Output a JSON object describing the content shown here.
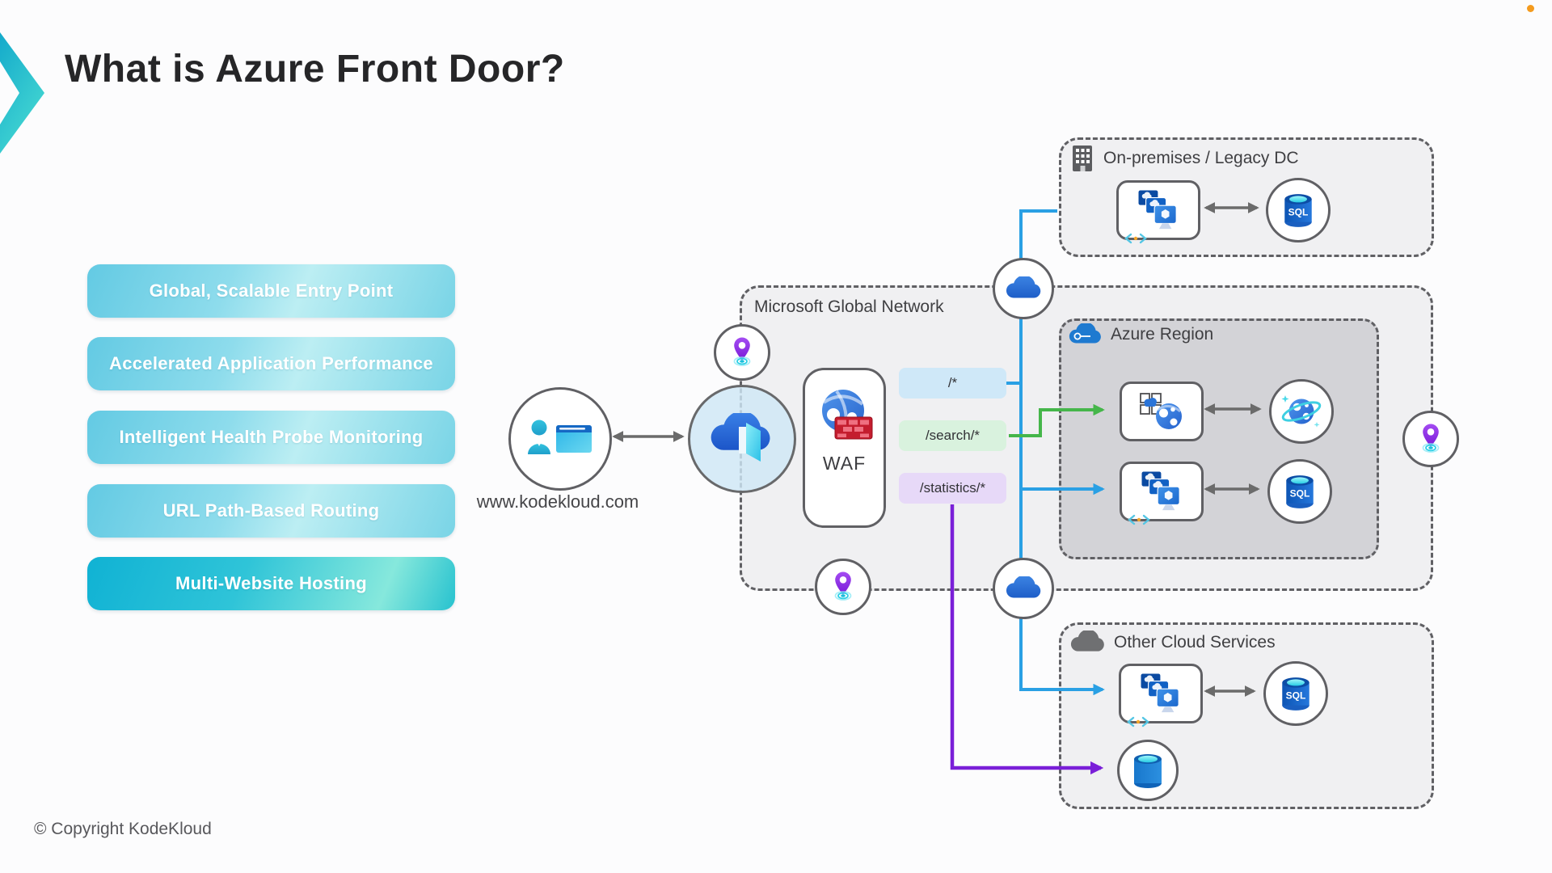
{
  "slide": {
    "title": "What is Azure Front Door?",
    "copyright": "© Copyright KodeKloud"
  },
  "features": [
    "Global, Scalable Entry Point",
    "Accelerated Application Performance",
    "Intelligent Health Probe Monitoring",
    "URL Path-Based Routing",
    "Multi-Website Hosting"
  ],
  "client": {
    "url": "www.kodekloud.com"
  },
  "network": {
    "label": "Microsoft Global Network",
    "waf": "WAF",
    "routes": [
      "/*",
      "/search/*",
      "/statistics/*"
    ]
  },
  "zones": {
    "onprem": "On-premises / Legacy DC",
    "azure_region": "Azure Region",
    "other_cloud": "Other Cloud Services"
  },
  "labels": {
    "sql": "SQL"
  },
  "colors": {
    "brand_teal": "#29c0d8",
    "feature_fill": "#6fcfe6",
    "feature_fill_active": "#18b8d6",
    "route_all_bg": "#cfe8f8",
    "route_search_bg": "#d9f2de",
    "route_stats_bg": "#e7d9f8",
    "line_blue": "#2aa0e4",
    "line_green": "#45b64a",
    "line_purple": "#7a1fd8",
    "arrow_gray": "#6b6b6b",
    "azure_blue": "#1e6fd0"
  }
}
